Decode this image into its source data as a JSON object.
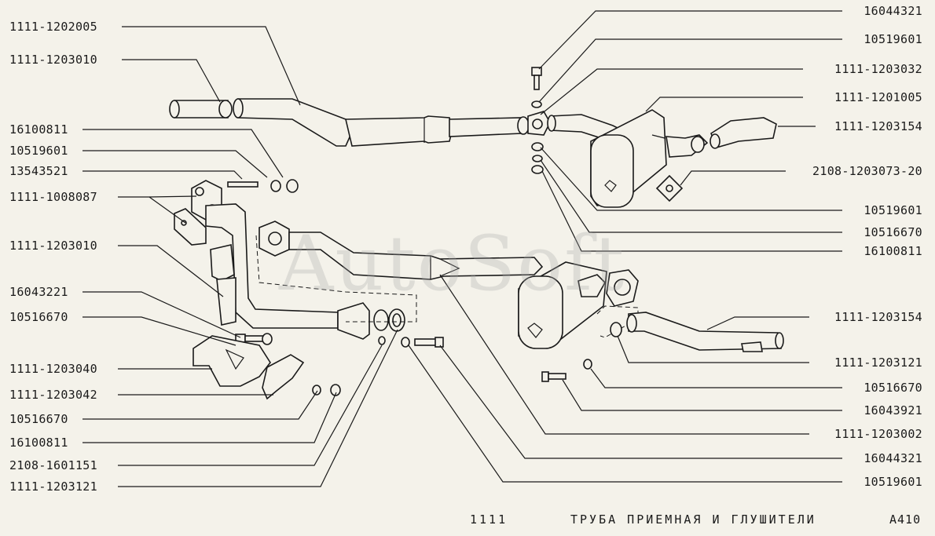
{
  "colors": {
    "background": "#f4f2ea",
    "ink": "#1a1a1a",
    "watermark": "#aaaaaa"
  },
  "watermark": "AutoSoft",
  "labels_left": [
    "1111-1202005",
    "1111-1203010",
    "16100811",
    "10519601",
    "13543521",
    "1111-1008087",
    "1111-1203010",
    "16043221",
    "10516670",
    "1111-1203040",
    "1111-1203042",
    "10516670",
    "16100811",
    "2108-1601151",
    "1111-1203121"
  ],
  "labels_right": [
    "16044321",
    "10519601",
    "1111-1203032",
    "1111-1201005",
    "1111-1203154",
    "2108-1203073-20",
    "10519601",
    "10516670",
    "16100811",
    "1111-1203154",
    "1111-1203121",
    "10516670",
    "16043921",
    "1111-1203002",
    "16044321",
    "10519601"
  ],
  "footer": {
    "model": "1111",
    "title": "ТРУБА ПРИЕМНАЯ И ГЛУШИТЕЛИ",
    "code": "А410"
  }
}
